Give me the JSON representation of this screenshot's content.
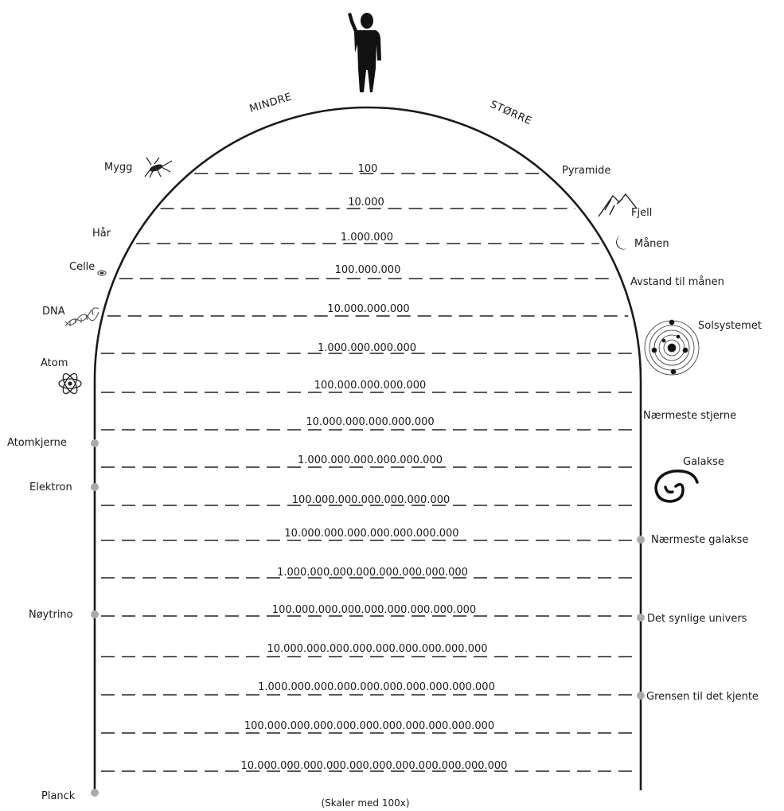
{
  "arc": {
    "left_label": "MINDRE",
    "right_label": "STØRRE"
  },
  "scale": [
    "100",
    "10.000",
    "1.000.000",
    "100.000.000",
    "10.000.000.000",
    "1.000.000.000.000",
    "100.000.000.000.000",
    "10.000.000.000.000.000",
    "1.000.000.000.000.000.000",
    "100.000.000.000.000.000.000",
    "10.000.000.000.000.000.000.000",
    "1.000.000.000.000.000.000.000.000",
    "100.000.000.000.000.000.000.000.000",
    "10.000.000.000.000.000.000.000.000.000",
    "1.000.000.000.000.000.000.000.000.000.000",
    "100.000.000.000.000.000.000.000.000.000.000",
    "10.000.000.000.000.000.000.000.000.000.000.000"
  ],
  "smaller": [
    "Mygg",
    "Hår",
    "Celle",
    "DNA",
    "Atom",
    "Atomkjerne",
    "Elektron",
    "Nøytrino",
    "Planck"
  ],
  "larger": [
    "Pyramide",
    "Fjell",
    "Månen",
    "Avstand til månen",
    "Solsystemet",
    "Nærmeste stjerne",
    "Galakse",
    "Nærmeste galakse",
    "Det synlige univers",
    "Grensen til det kjente"
  ],
  "footer": "(Skaler med 100x)",
  "icons": {
    "top": "human-silhouette-icon",
    "mosquito": "mosquito-icon",
    "mountain": "mountain-icon",
    "moon": "crescent-moon-icon",
    "cell": "cell-icon",
    "dna": "dna-helix-icon",
    "atom": "atom-icon",
    "solar_system": "solar-system-icon",
    "galaxy": "spiral-galaxy-icon"
  },
  "colors": {
    "ink": "#1a1a1a",
    "dot": "#aaaaaa"
  }
}
